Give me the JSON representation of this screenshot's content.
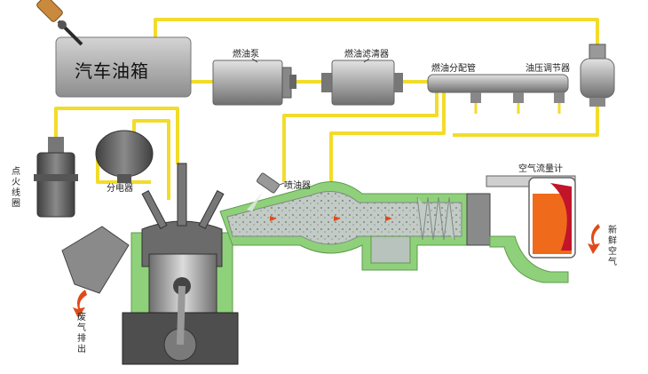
{
  "labels": {
    "fuel_tank": "汽车油箱",
    "fuel_pump": "燃油泵",
    "fuel_filter": "燃油滤清器",
    "fuel_rail": "燃油分配管",
    "pressure_regulator": "油压调节器",
    "ignition_coil": "点火线圈",
    "distributor": "分电器",
    "injector": "喷油器",
    "air_flow_meter": "空气流量计",
    "fresh_air": "新鲜空气",
    "exhaust": "废气排出"
  },
  "colors": {
    "fuel_line": "#f2dc2a",
    "component_gray": "#9a9a9a",
    "manifold_fill": "#b9c3bd",
    "intake_green": "#8fd17a",
    "engine_dark": "#5a5a5a",
    "arrow_red": "#e04a1a",
    "meter_orange": "#f06a1c"
  }
}
